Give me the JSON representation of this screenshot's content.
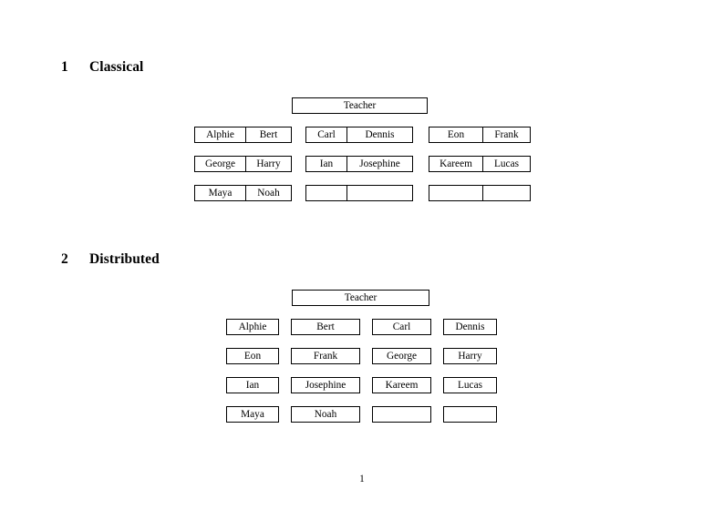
{
  "document": {
    "page_number": "1",
    "sections": [
      {
        "number": "1",
        "title": "Classical",
        "layout": "grouped",
        "teacher": {
          "label": "Teacher"
        },
        "groups": [
          {
            "name": "group-left",
            "rows": [
              [
                "Alphie",
                "Bert"
              ],
              [
                "George",
                "Harry"
              ],
              [
                "Maya",
                "Noah"
              ]
            ]
          },
          {
            "name": "group-middle",
            "rows": [
              [
                "Carl",
                "Dennis"
              ],
              [
                "Ian",
                "Josephine"
              ],
              [
                "",
                ""
              ]
            ]
          },
          {
            "name": "group-right",
            "rows": [
              [
                "Eon",
                "Frank"
              ],
              [
                "Kareem",
                "Lucas"
              ],
              [
                "",
                ""
              ]
            ]
          }
        ]
      },
      {
        "number": "2",
        "title": "Distributed",
        "layout": "separate",
        "teacher": {
          "label": "Teacher"
        },
        "rows": [
          [
            "Alphie",
            "Bert",
            "Carl",
            "Dennis"
          ],
          [
            "Eon",
            "Frank",
            "George",
            "Harry"
          ],
          [
            "Ian",
            "Josephine",
            "Kareem",
            "Lucas"
          ],
          [
            "Maya",
            "Noah",
            "",
            ""
          ]
        ]
      }
    ]
  }
}
